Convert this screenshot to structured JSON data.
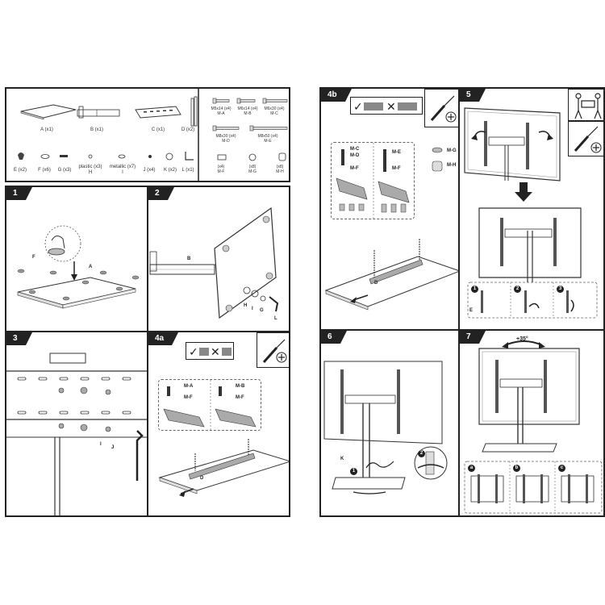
{
  "parts": {
    "row1": [
      {
        "label": "A (x1)"
      },
      {
        "label": "B (x1)"
      },
      {
        "label": "C (x1)"
      },
      {
        "label": "D (x2)"
      }
    ],
    "row2": [
      {
        "label": "E (x2)"
      },
      {
        "label": "F (x6)"
      },
      {
        "label": "G (x3)"
      },
      {
        "label": "plastic (x3)",
        "sub": "H"
      },
      {
        "label": "metallic (x7)",
        "sub": "I"
      },
      {
        "label": "J (x4)"
      },
      {
        "label": "K (x2)"
      },
      {
        "label": "L (x1)"
      }
    ],
    "screws": [
      {
        "label": "M5x14 (x4)",
        "sub": "M-A"
      },
      {
        "label": "M6x14 (x4)",
        "sub": "M-B"
      },
      {
        "label": "M6x30 (x4)",
        "sub": "M-C"
      },
      {
        "label": "M8x30 (x4)",
        "sub": "M-D"
      },
      {
        "label": "M8x50 (x4)",
        "sub": "M-E"
      }
    ],
    "spacers": [
      {
        "label": "(x4)",
        "sub": "M-F"
      },
      {
        "label": "(x8)",
        "sub": "M-G"
      },
      {
        "label": "(x8)",
        "sub": "M-H"
      }
    ]
  },
  "steps": {
    "s1": {
      "num": "1",
      "callout_f": "F",
      "callout_a": "A"
    },
    "s2": {
      "num": "2",
      "callout_b": "B",
      "callout_h": "H",
      "callout_i": "I",
      "callout_g": "G",
      "callout_l": "L"
    },
    "s3": {
      "num": "3",
      "callout_i": "I",
      "callout_j": "J"
    },
    "s4a": {
      "num": "4a",
      "ma": "M-A",
      "mf1": "M-F",
      "mb": "M-B",
      "mf2": "M-F",
      "callout_d": "D"
    },
    "s4b": {
      "num": "4b",
      "mc": "M-C",
      "md": "M-D",
      "mf": "M-F",
      "me": "M-E",
      "mf2": "M-F",
      "mg": "M-G",
      "mh": "M-H",
      "callout_d": "D"
    },
    "s5": {
      "num": "5",
      "callout_e": "E",
      "sub1": "1",
      "sub2": "2",
      "sub3": "3"
    },
    "s6": {
      "num": "6",
      "callout_k": "K",
      "sub1": "1",
      "sub2": "2"
    },
    "s7": {
      "num": "7",
      "rotation": "+35°",
      "sub_a": "a",
      "sub_b": "b",
      "sub_c": "c"
    }
  },
  "colors": {
    "ink": "#222222",
    "paper": "#ffffff",
    "tab": "#222222"
  },
  "icons": [
    "screwdriver-icon",
    "checkmark-icon",
    "cross-icon",
    "two-person-icon",
    "phillips-plus-icon"
  ]
}
